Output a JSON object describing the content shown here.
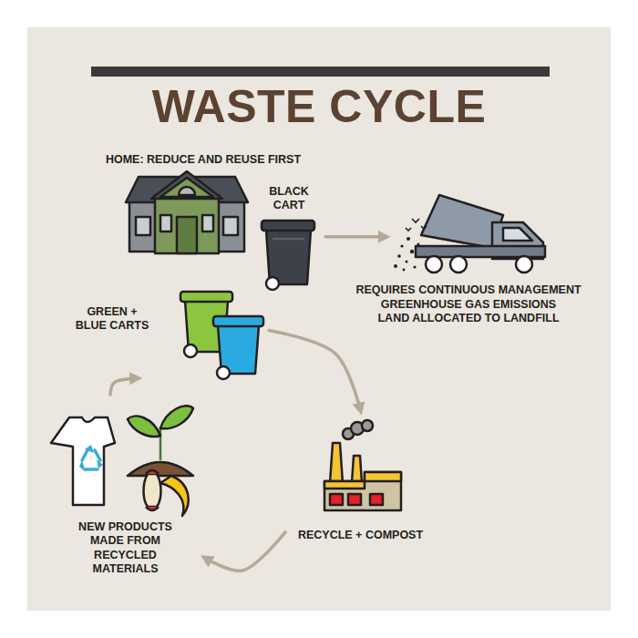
{
  "diagram": {
    "title": "WASTE CYCLE",
    "nodes": [
      {
        "text": [
          "HOME: REDUCE AND REUSE FIRST"
        ]
      },
      {
        "text": [
          "BLACK CART"
        ]
      },
      {
        "text": [
          "REQUIRES CONTINUOUS MANAGEMENT",
          "GREENHOUSE GAS EMISSIONS",
          "LAND ALLOCATED TO LANDFILL"
        ]
      },
      {
        "text": [
          "GREEN + BLUE CARTS"
        ]
      },
      {
        "text": [
          "RECYCLE + COMPOST"
        ]
      },
      {
        "text": [
          "NEW PRODUCTS MADE FROM RECYCLED MATERIALS"
        ]
      }
    ],
    "edges": [
      {
        "from": 1,
        "to": 2,
        "arrow": "to"
      },
      {
        "from": 3,
        "to": 4,
        "arrow": "to"
      },
      {
        "from": 4,
        "to": 5,
        "arrow": "to"
      },
      {
        "from": 5,
        "to": 3,
        "arrow": "to"
      }
    ]
  }
}
